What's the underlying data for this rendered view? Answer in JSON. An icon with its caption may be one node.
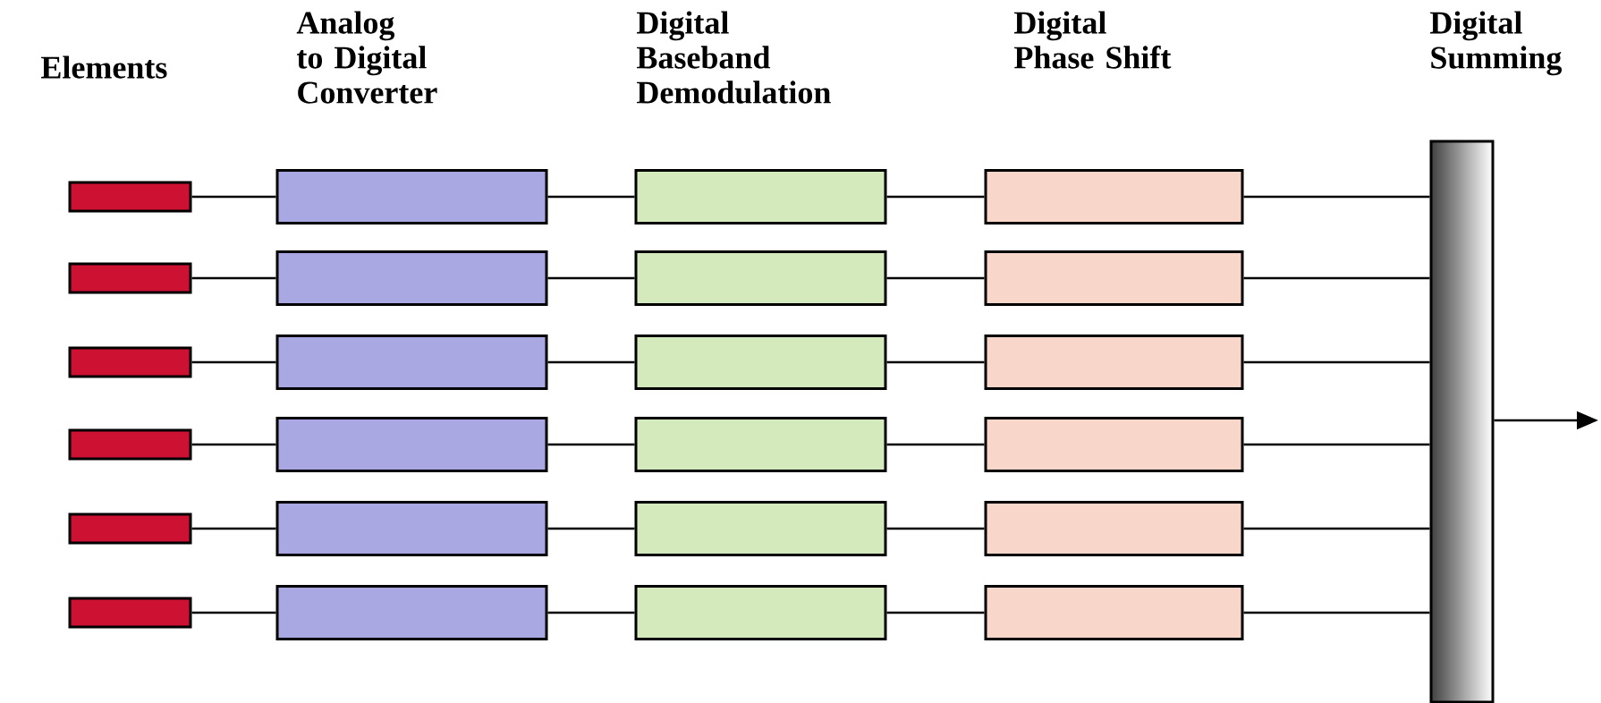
{
  "diagram": {
    "nodes": [
      {
        "text": [],
        "shape": "box"
      },
      {
        "text": [],
        "shape": "box"
      },
      {
        "text": [],
        "shape": "box"
      },
      {
        "text": [],
        "shape": "box"
      },
      {
        "text": [],
        "shape": "box"
      },
      {
        "text": [],
        "shape": "box"
      },
      {
        "text": [],
        "shape": "box"
      },
      {
        "text": [],
        "shape": "box"
      },
      {
        "text": [],
        "shape": "box"
      },
      {
        "text": [],
        "shape": "box"
      },
      {
        "text": [],
        "shape": "box"
      },
      {
        "text": [],
        "shape": "box"
      },
      {
        "text": [],
        "shape": "box"
      },
      {
        "text": [],
        "shape": "box"
      },
      {
        "text": [],
        "shape": "box"
      },
      {
        "text": [],
        "shape": "box"
      },
      {
        "text": [],
        "shape": "box"
      },
      {
        "text": [],
        "shape": "box"
      },
      {
        "text": [],
        "shape": "box"
      },
      {
        "text": [],
        "shape": "box"
      },
      {
        "text": [],
        "shape": "box"
      },
      {
        "text": [],
        "shape": "box"
      },
      {
        "text": [],
        "shape": "box"
      },
      {
        "text": [],
        "shape": "box"
      },
      {
        "text": [],
        "shape": "bar"
      }
    ],
    "edges": [
      {
        "from": 0,
        "to": 6,
        "arrow": "none"
      },
      {
        "from": 1,
        "to": 7,
        "arrow": "none"
      },
      {
        "from": 2,
        "to": 8,
        "arrow": "none"
      },
      {
        "from": 3,
        "to": 9,
        "arrow": "none"
      },
      {
        "from": 4,
        "to": 10,
        "arrow": "none"
      },
      {
        "from": 5,
        "to": 11,
        "arrow": "none"
      },
      {
        "from": 6,
        "to": 12,
        "arrow": "none"
      },
      {
        "from": 7,
        "to": 13,
        "arrow": "none"
      },
      {
        "from": 8,
        "to": 14,
        "arrow": "none"
      },
      {
        "from": 9,
        "to": 15,
        "arrow": "none"
      },
      {
        "from": 10,
        "to": 16,
        "arrow": "none"
      },
      {
        "from": 11,
        "to": 17,
        "arrow": "none"
      },
      {
        "from": 12,
        "to": 18,
        "arrow": "none"
      },
      {
        "from": 13,
        "to": 19,
        "arrow": "none"
      },
      {
        "from": 14,
        "to": 20,
        "arrow": "none"
      },
      {
        "from": 15,
        "to": 21,
        "arrow": "none"
      },
      {
        "from": 16,
        "to": 22,
        "arrow": "none"
      },
      {
        "from": 17,
        "to": 23,
        "arrow": "none"
      },
      {
        "from": 18,
        "to": 24,
        "arrow": "none"
      },
      {
        "from": 19,
        "to": 24,
        "arrow": "none"
      },
      {
        "from": 20,
        "to": 24,
        "arrow": "none"
      },
      {
        "from": 21,
        "to": 24,
        "arrow": "none"
      },
      {
        "from": 22,
        "to": 24,
        "arrow": "none"
      },
      {
        "from": 23,
        "to": 24,
        "arrow": "none"
      },
      {
        "from": 24,
        "to": null,
        "arrow": "to"
      }
    ],
    "labels": [
      "Elements",
      "Analog to Digital Converter",
      "Digital Baseband Demodulation",
      "Digital Phase Shift",
      "Digital Summing"
    ]
  }
}
